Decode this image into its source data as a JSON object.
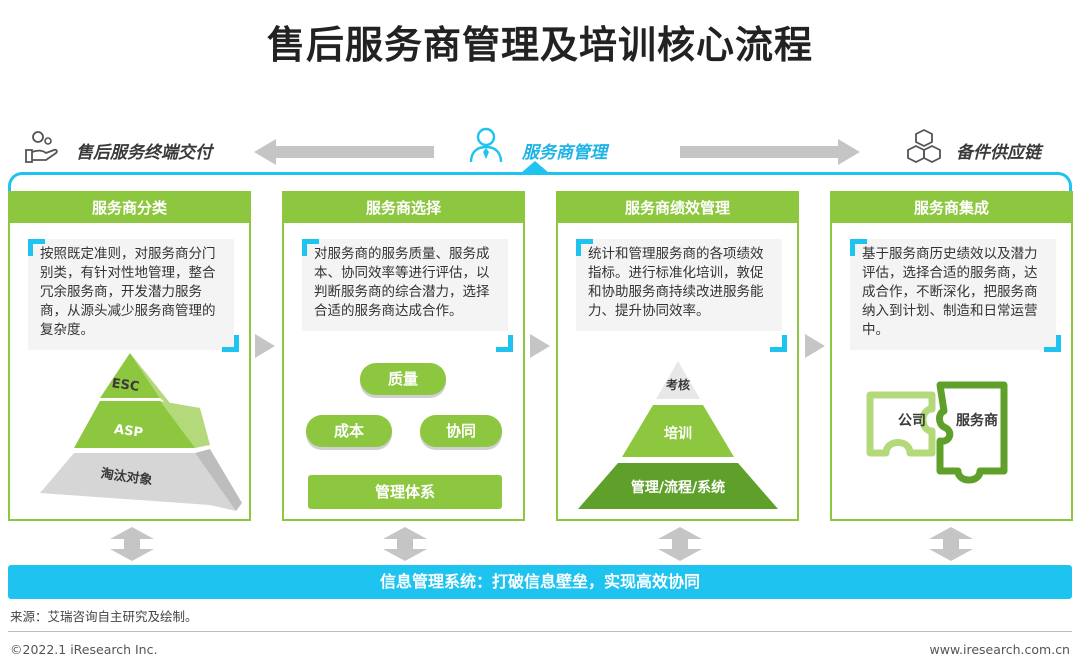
{
  "title": "售后服务商管理及培训核心流程",
  "flow": {
    "left_label": "售后服务终端交付",
    "center_label": "服务商管理",
    "right_label": "备件供应链"
  },
  "cards": [
    {
      "header": "服务商分类",
      "text": "按照既定准则，对服务商分门别类，有针对性地管理，整合冗余服务商，开发潜力服务商，从源头减少服务商管理的复杂度。",
      "pyramid": [
        "ESC",
        "ASP",
        "淘汰对象"
      ]
    },
    {
      "header": "服务商选择",
      "text": "对服务商的服务质量、服务成本、协同效率等进行评估，以判断服务商的综合潜力，选择合适的服务商达成合作。",
      "ovals": [
        "质量",
        "成本",
        "协同"
      ],
      "system": "管理体系"
    },
    {
      "header": "服务商绩效管理",
      "text": "统计和管理服务商的各项绩效指标。进行标准化培训，敦促和协助服务商持续改进服务能力、提升协同效率。",
      "pyramid": [
        "考核",
        "培训",
        "管理/流程/系统"
      ]
    },
    {
      "header": "服务商集成",
      "text": "基于服务商历史绩效以及潜力评估，选择合适的服务商，达成合作，不断深化，把服务商纳入到计划、制造和日常运营中。",
      "puzzle": [
        "公司",
        "服务商"
      ]
    }
  ],
  "info_bar": "信息管理系统：打破信息壁垒，实现高效协同",
  "source": "来源：艾瑞咨询自主研究及绘制。",
  "footer": {
    "copyright": "©2022.1 iResearch Inc.",
    "website": "www.iresearch.com.cn"
  },
  "colors": {
    "green": "#8dc63f",
    "light_green": "#b4d97a",
    "blue": "#1ec3ef",
    "gray": "#c5c5c5"
  }
}
